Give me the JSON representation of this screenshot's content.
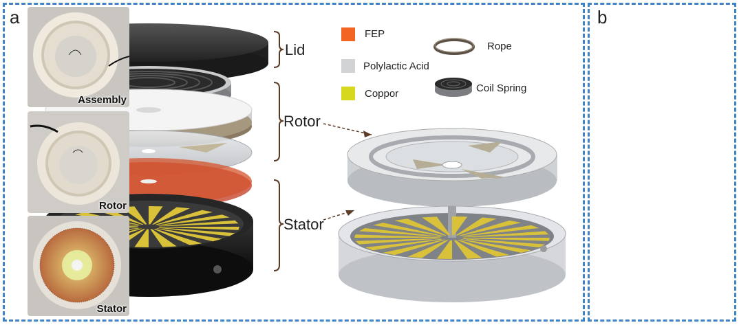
{
  "panels": {
    "a": {
      "letter": "a"
    },
    "b": {
      "letter": "b"
    }
  },
  "brackets": {
    "lid": "Lid",
    "rotor": "Rotor",
    "stator": "Stator"
  },
  "legend": {
    "fep": {
      "label": "FEP",
      "color": "#f26522"
    },
    "pla": {
      "label": "Polylactic Acid",
      "color": "#d2d3d5"
    },
    "copper": {
      "label": "Coppor",
      "color": "#d5d81c"
    },
    "rope": {
      "label": "Rope",
      "icon": "rope-ring-icon"
    },
    "spring": {
      "label": "Coil Spring",
      "icon": "coil-spring-icon"
    }
  },
  "photos": {
    "assembly": "Assembly",
    "rotor": "Rotor",
    "stator": "Stator"
  },
  "colors": {
    "frame": "#3f82c6",
    "copper": "#d9c23a",
    "fep": "#d4542e",
    "dark": "#2b2b2b"
  }
}
